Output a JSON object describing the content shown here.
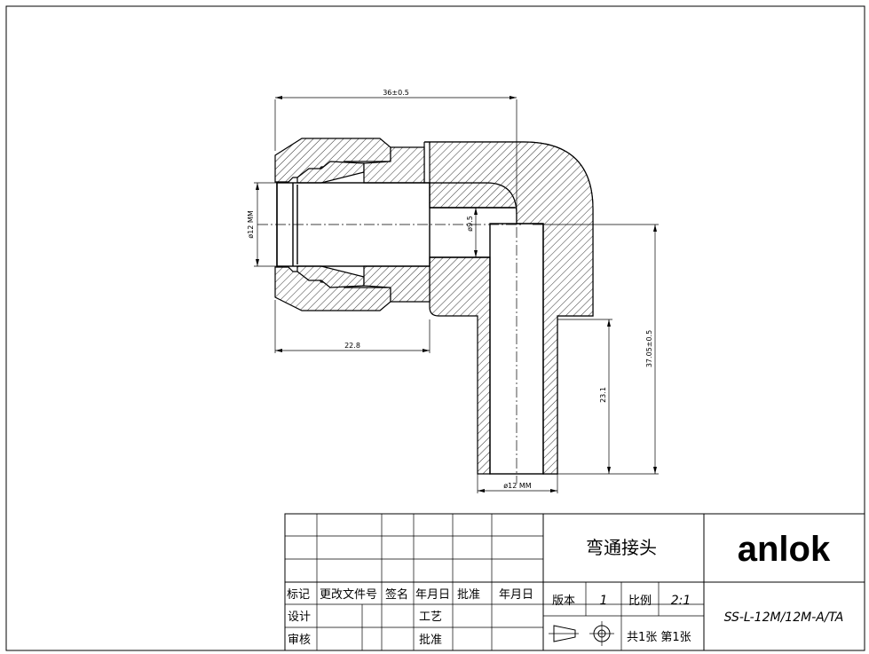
{
  "drawing": {
    "dimensions": {
      "overall_length": "36±0.5",
      "inner_dia": "ø9.5",
      "tube_od_left": "ø12 MM",
      "nut_length": "22.8",
      "height": "37.05±0.5",
      "stub_length": "23.1",
      "tube_od_bottom": "ø12 MM"
    }
  },
  "title_block": {
    "part_name": "弯通接头",
    "brand": "anlok",
    "part_code": "SS-L-12M/12M-A/TA",
    "revision_headers": [
      "标记",
      "更改文件号",
      "签名",
      "年月日",
      "批准",
      "年月日"
    ],
    "design_label": "设计",
    "process_label": "工艺",
    "review_label": "审核",
    "approve_label": "批准",
    "version_label": "版本",
    "version_value": "1",
    "scale_label": "比例",
    "scale_value": "2:1",
    "sheets": "共1张 第1张"
  }
}
